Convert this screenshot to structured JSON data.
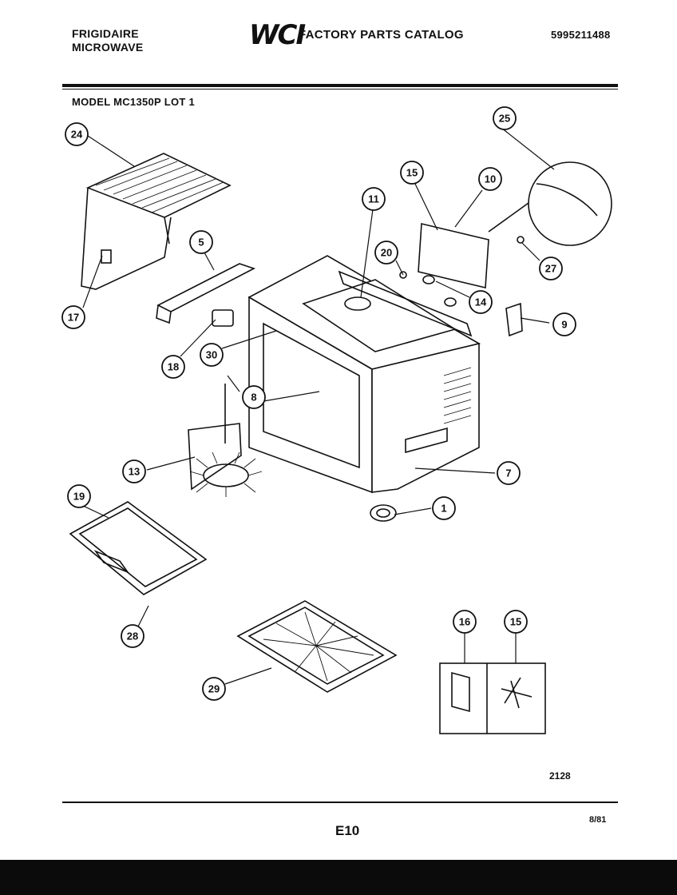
{
  "header": {
    "brand_line1": "FRIGIDAIRE",
    "brand_line2": "MICROWAVE",
    "logo_text": "WCI",
    "catalog_title": "FACTORY PARTS CATALOG",
    "part_number": "5995211488"
  },
  "model_line": "MODEL MC1350P LOT 1",
  "callouts": [
    {
      "id": "c24",
      "label": "24"
    },
    {
      "id": "c17",
      "label": "17"
    },
    {
      "id": "c5",
      "label": "5"
    },
    {
      "id": "c18",
      "label": "18"
    },
    {
      "id": "c30",
      "label": "30"
    },
    {
      "id": "c8",
      "label": "8"
    },
    {
      "id": "c13",
      "label": "13"
    },
    {
      "id": "c19",
      "label": "19"
    },
    {
      "id": "c28",
      "label": "28"
    },
    {
      "id": "c29",
      "label": "29"
    },
    {
      "id": "c11",
      "label": "11"
    },
    {
      "id": "c15a",
      "label": "15"
    },
    {
      "id": "c10",
      "label": "10"
    },
    {
      "id": "c20",
      "label": "20"
    },
    {
      "id": "c25",
      "label": "25"
    },
    {
      "id": "c27",
      "label": "27"
    },
    {
      "id": "c14",
      "label": "14"
    },
    {
      "id": "c9",
      "label": "9"
    },
    {
      "id": "c7",
      "label": "7"
    },
    {
      "id": "c1",
      "label": "1"
    },
    {
      "id": "c16",
      "label": "16"
    },
    {
      "id": "c15b",
      "label": "15"
    }
  ],
  "footer": {
    "drawing_code": "2128",
    "page_label": "E10",
    "date": "8/81"
  }
}
